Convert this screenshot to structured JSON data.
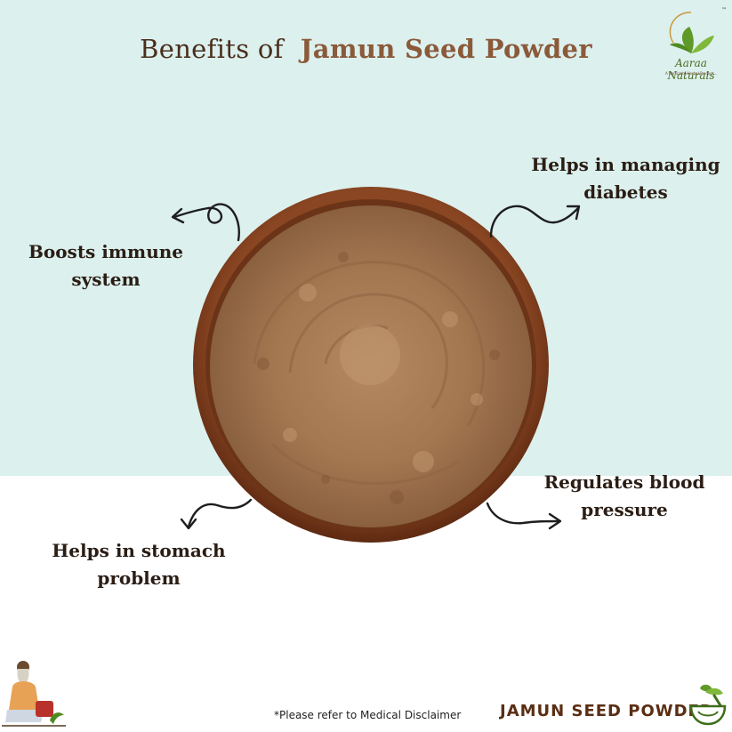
{
  "title": {
    "part1": "Benefits of",
    "part2": "Jamun Seed Powder"
  },
  "logo": {
    "brand": "Aaraa Naturals",
    "tagline": "A Complete Herbal Product...",
    "tm": "™"
  },
  "benefits": [
    {
      "line1": "Helps in managing",
      "line2": "diabetes"
    },
    {
      "line1": "Boosts immune",
      "line2": "system"
    },
    {
      "line1": "Regulates blood",
      "line2": "pressure"
    },
    {
      "line1": "Helps in stomach",
      "line2": "problem"
    }
  ],
  "footer": {
    "disclaimer": "*Please refer to Medical Disclaimer",
    "product_name": "JAMUN SEED POWDER"
  },
  "colors": {
    "top_background": "#dcf0ee",
    "title_dark": "#4a2e1c",
    "title_accent": "#8a5a3a",
    "bowl_wood": "#7a3d1c",
    "powder": "#a3774f",
    "brand_green": "#4b6a1f"
  },
  "icons": [
    "leaf-logo-icon",
    "curved-arrow-icon",
    "sage-illustration-icon",
    "mortar-pestle-icon"
  ]
}
